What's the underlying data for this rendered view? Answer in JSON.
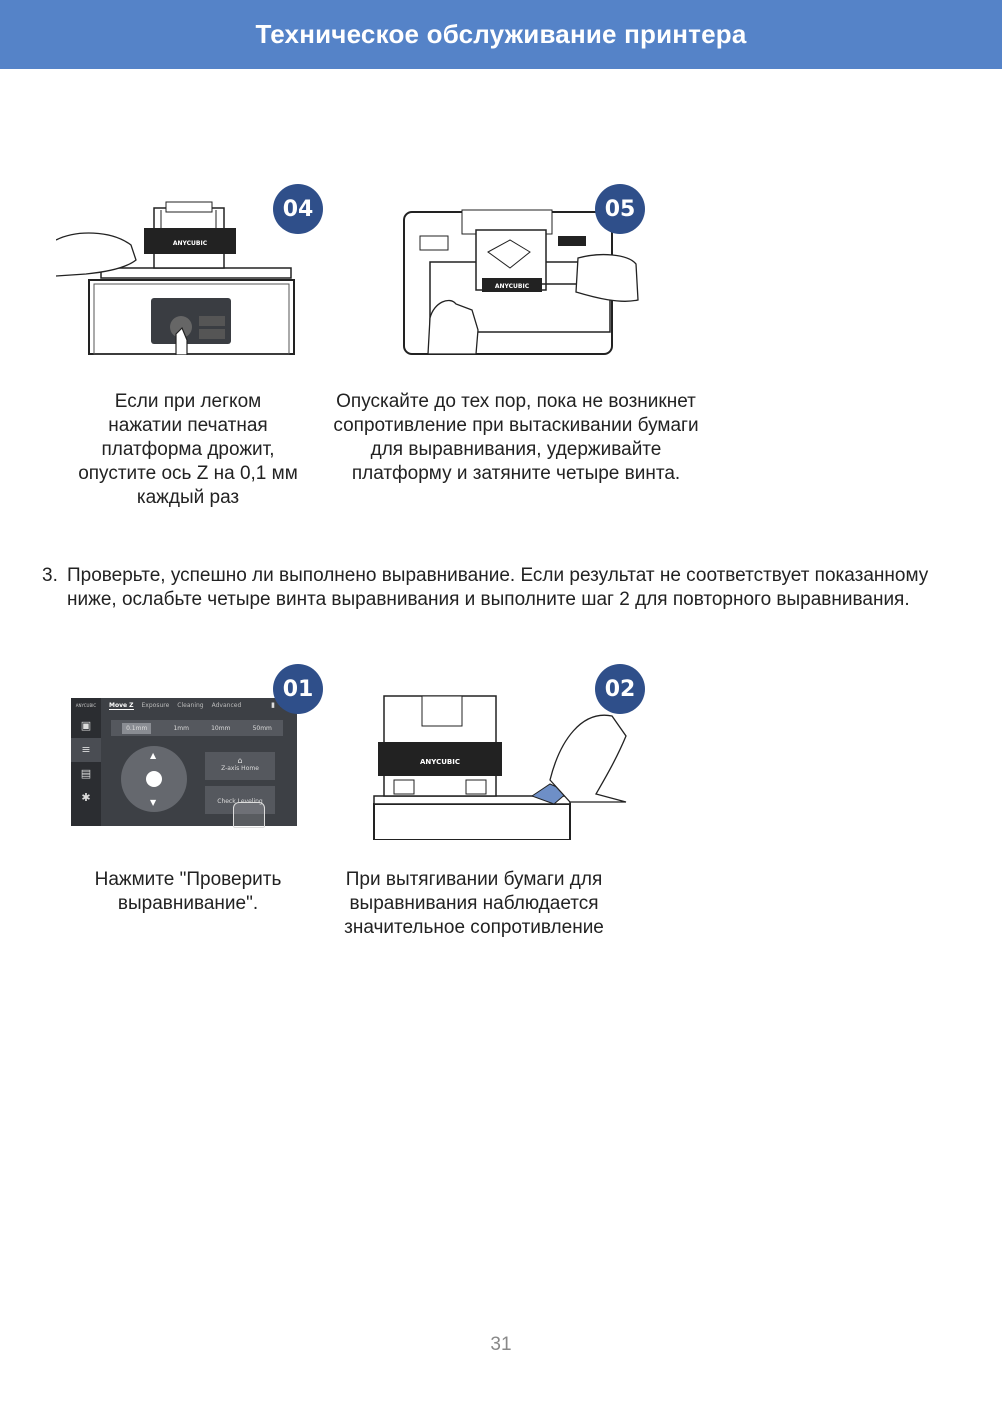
{
  "header": {
    "title": "Техническое обслуживание принтера"
  },
  "figures": {
    "fig04": {
      "badge": "04",
      "brand": "ANYCUBIC",
      "caption": "Если при легком нажатии печатная платформа дрожит, опустите ось Z на 0,1 мм каждый раз"
    },
    "fig05": {
      "badge": "05",
      "brand": "ANYCUBIC",
      "caption": "Опускайте до тех пор, пока не возникнет сопротивление при вытаскивании бумаги для выравнивания, удерживайте платформу и затяните четыре винта."
    },
    "fig01": {
      "badge": "01",
      "ui": {
        "logo": "ANYCUBIC",
        "tabs": [
          "Move Z",
          "Exposure",
          "Cleaning",
          "Advanced"
        ],
        "steps": [
          "0.1mm",
          "1mm",
          "10mm",
          "50mm"
        ],
        "home_label": "Z-axis Home",
        "check_label": "Check Leveling"
      },
      "caption": "Нажмите \"Проверить выравнивание\"."
    },
    "fig02": {
      "badge": "02",
      "brand": "ANYCUBIC",
      "caption": "При вытягивании бумаги для выравнивания наблюдается значительное сопротивление"
    }
  },
  "step3": {
    "number": "3.",
    "text": "Проверьте, успешно ли выполнено выравнивание. Если результат не соответствует показанному ниже, ослабьте четыре винта выравнивания и выполните шаг 2 для повторного выравнивания."
  },
  "page_number": "31"
}
